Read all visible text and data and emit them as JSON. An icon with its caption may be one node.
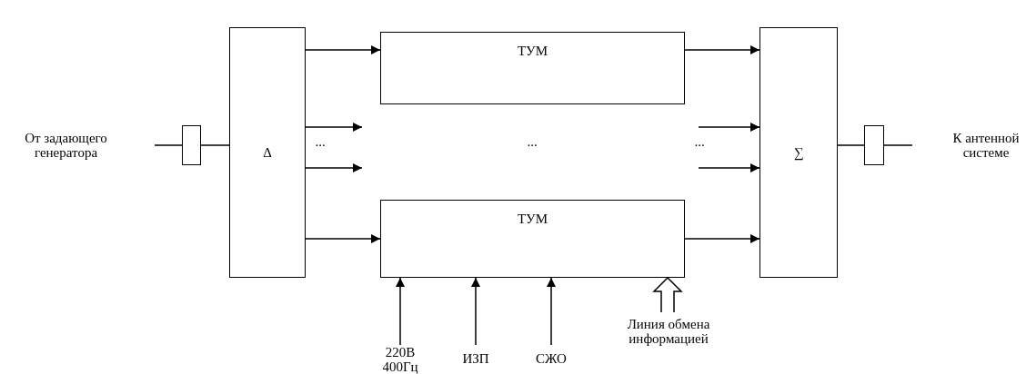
{
  "diagram": {
    "nodes": [
      {
        "text": [
          "От задающего генератора"
        ]
      },
      {
        "text": [],
        "shape": "box"
      },
      {
        "text": [
          "Δ"
        ]
      },
      {
        "text": [
          "ТУМ"
        ]
      },
      {
        "text": [
          "ТУМ"
        ]
      },
      {
        "text": [
          "∑"
        ]
      },
      {
        "text": [],
        "shape": "box"
      },
      {
        "text": [
          "К антенной системе"
        ]
      },
      {
        "text": [
          "220В 400Гц"
        ]
      },
      {
        "text": [
          "ИЗП"
        ]
      },
      {
        "text": [
          "СЖО"
        ]
      },
      {
        "text": [
          "Линия обмена информацией"
        ]
      }
    ],
    "edges": [
      {
        "from": null,
        "to": 1,
        "arrow": "none"
      },
      {
        "from": 1,
        "to": 2,
        "arrow": "none"
      },
      {
        "from": 2,
        "to": 3,
        "arrow": "to"
      },
      {
        "from": 2,
        "to": null,
        "arrow": "to"
      },
      {
        "from": 2,
        "to": null,
        "arrow": "to"
      },
      {
        "from": 2,
        "to": 4,
        "arrow": "to"
      },
      {
        "from": 3,
        "to": 5,
        "arrow": "to"
      },
      {
        "from": null,
        "to": 5,
        "arrow": "to"
      },
      {
        "from": null,
        "to": 5,
        "arrow": "to"
      },
      {
        "from": 4,
        "to": 5,
        "arrow": "to"
      },
      {
        "from": 5,
        "to": 6,
        "arrow": "none"
      },
      {
        "from": 6,
        "to": null,
        "arrow": "none"
      },
      {
        "from": 8,
        "to": 4,
        "arrow": "to"
      },
      {
        "from": 9,
        "to": 4,
        "arrow": "to"
      },
      {
        "from": 10,
        "to": 4,
        "arrow": "to"
      },
      {
        "from": 11,
        "to": 4,
        "arrow": "to",
        "style": "thick"
      }
    ],
    "labels": [
      "...",
      "...",
      "..."
    ]
  }
}
